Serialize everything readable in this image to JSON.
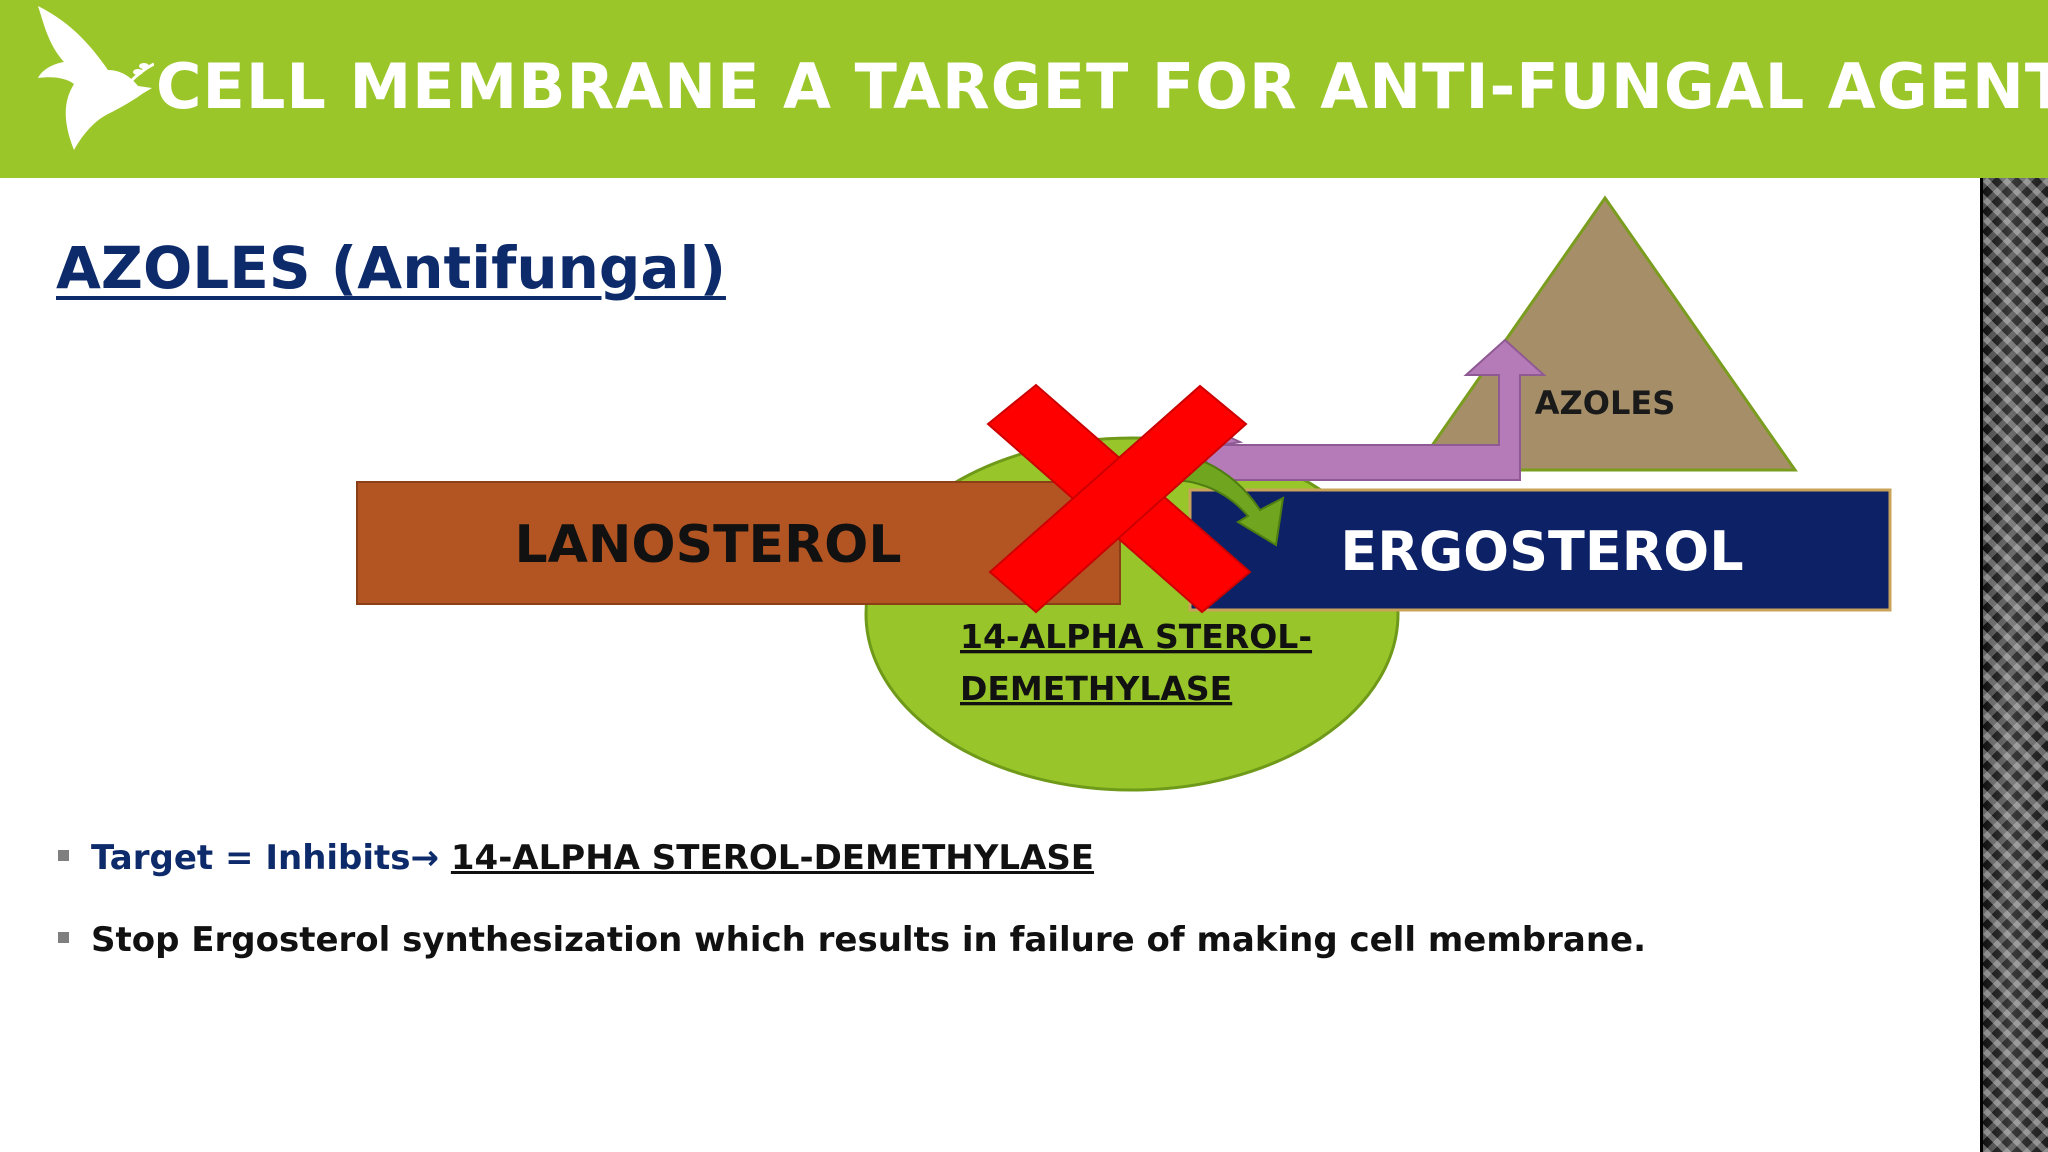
{
  "slide": {
    "title": "CELL MEMBRANE A TARGET FOR ANTI-FUNGAL AGENTS.",
    "heading": "AZOLES (Antifungal)"
  },
  "diagram": {
    "lanosterol": "LANOSTEROL",
    "ergosterol": "ERGOSTEROL",
    "enzyme_line_1": "14-ALPHA STEROL-",
    "enzyme_line_2": "DEMETHYLASE",
    "azoles": "AZOLES"
  },
  "bullets": {
    "b1_prefix": "Target = Inhibits",
    "b1_arrow": "→",
    "b1_target": "14-ALPHA STEROL-DEMETHYLASE",
    "b2_text": "Stop Ergosterol synthesization which results in failure of making cell membrane."
  },
  "colors": {
    "header_green": "#9bc62a",
    "lanosterol_fill": "#b35522",
    "ergosterol_fill": "#0d2266",
    "enzyme_fill": "#97c52a",
    "azoles_fill": "#a68f68",
    "arrow_purple": "#b57ab8",
    "cross_red": "#ff0000"
  },
  "icons": {
    "logo": "dove-icon",
    "blocked": "red-x-icon"
  }
}
